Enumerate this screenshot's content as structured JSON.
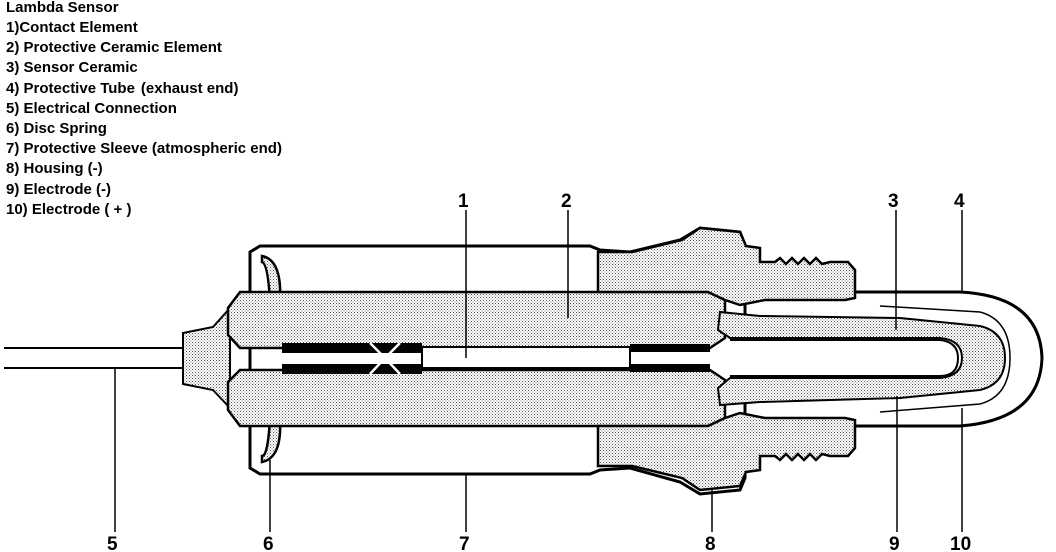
{
  "legend": {
    "title": "Lambda Sensor",
    "items": [
      {
        "text": "1)Contact Element",
        "note": ""
      },
      {
        "text": "2) Protective Ceramic Element",
        "note": ""
      },
      {
        "text": "3) Sensor Ceramic",
        "note": ""
      },
      {
        "text": "4) Protective Tube",
        "note": "(exhaust end)"
      },
      {
        "text": "5) Electrical Connection",
        "note": ""
      },
      {
        "text": "6) Disc Spring",
        "note": ""
      },
      {
        "text": "7) Protective Sleeve (atmospheric end)",
        "note": ""
      },
      {
        "text": "8) Housing (-)",
        "note": ""
      },
      {
        "text": "9) Electrode (-)",
        "note": ""
      },
      {
        "text": "10) Electrode ( + )",
        "note": ""
      }
    ]
  },
  "callouts": {
    "top": [
      "1",
      "2",
      "3",
      "4"
    ],
    "bottom": [
      "5",
      "6",
      "7",
      "8",
      "9",
      "10"
    ]
  },
  "colors": {
    "line": "#000000",
    "stipple": "#9a9a9a",
    "background": "#ffffff"
  }
}
